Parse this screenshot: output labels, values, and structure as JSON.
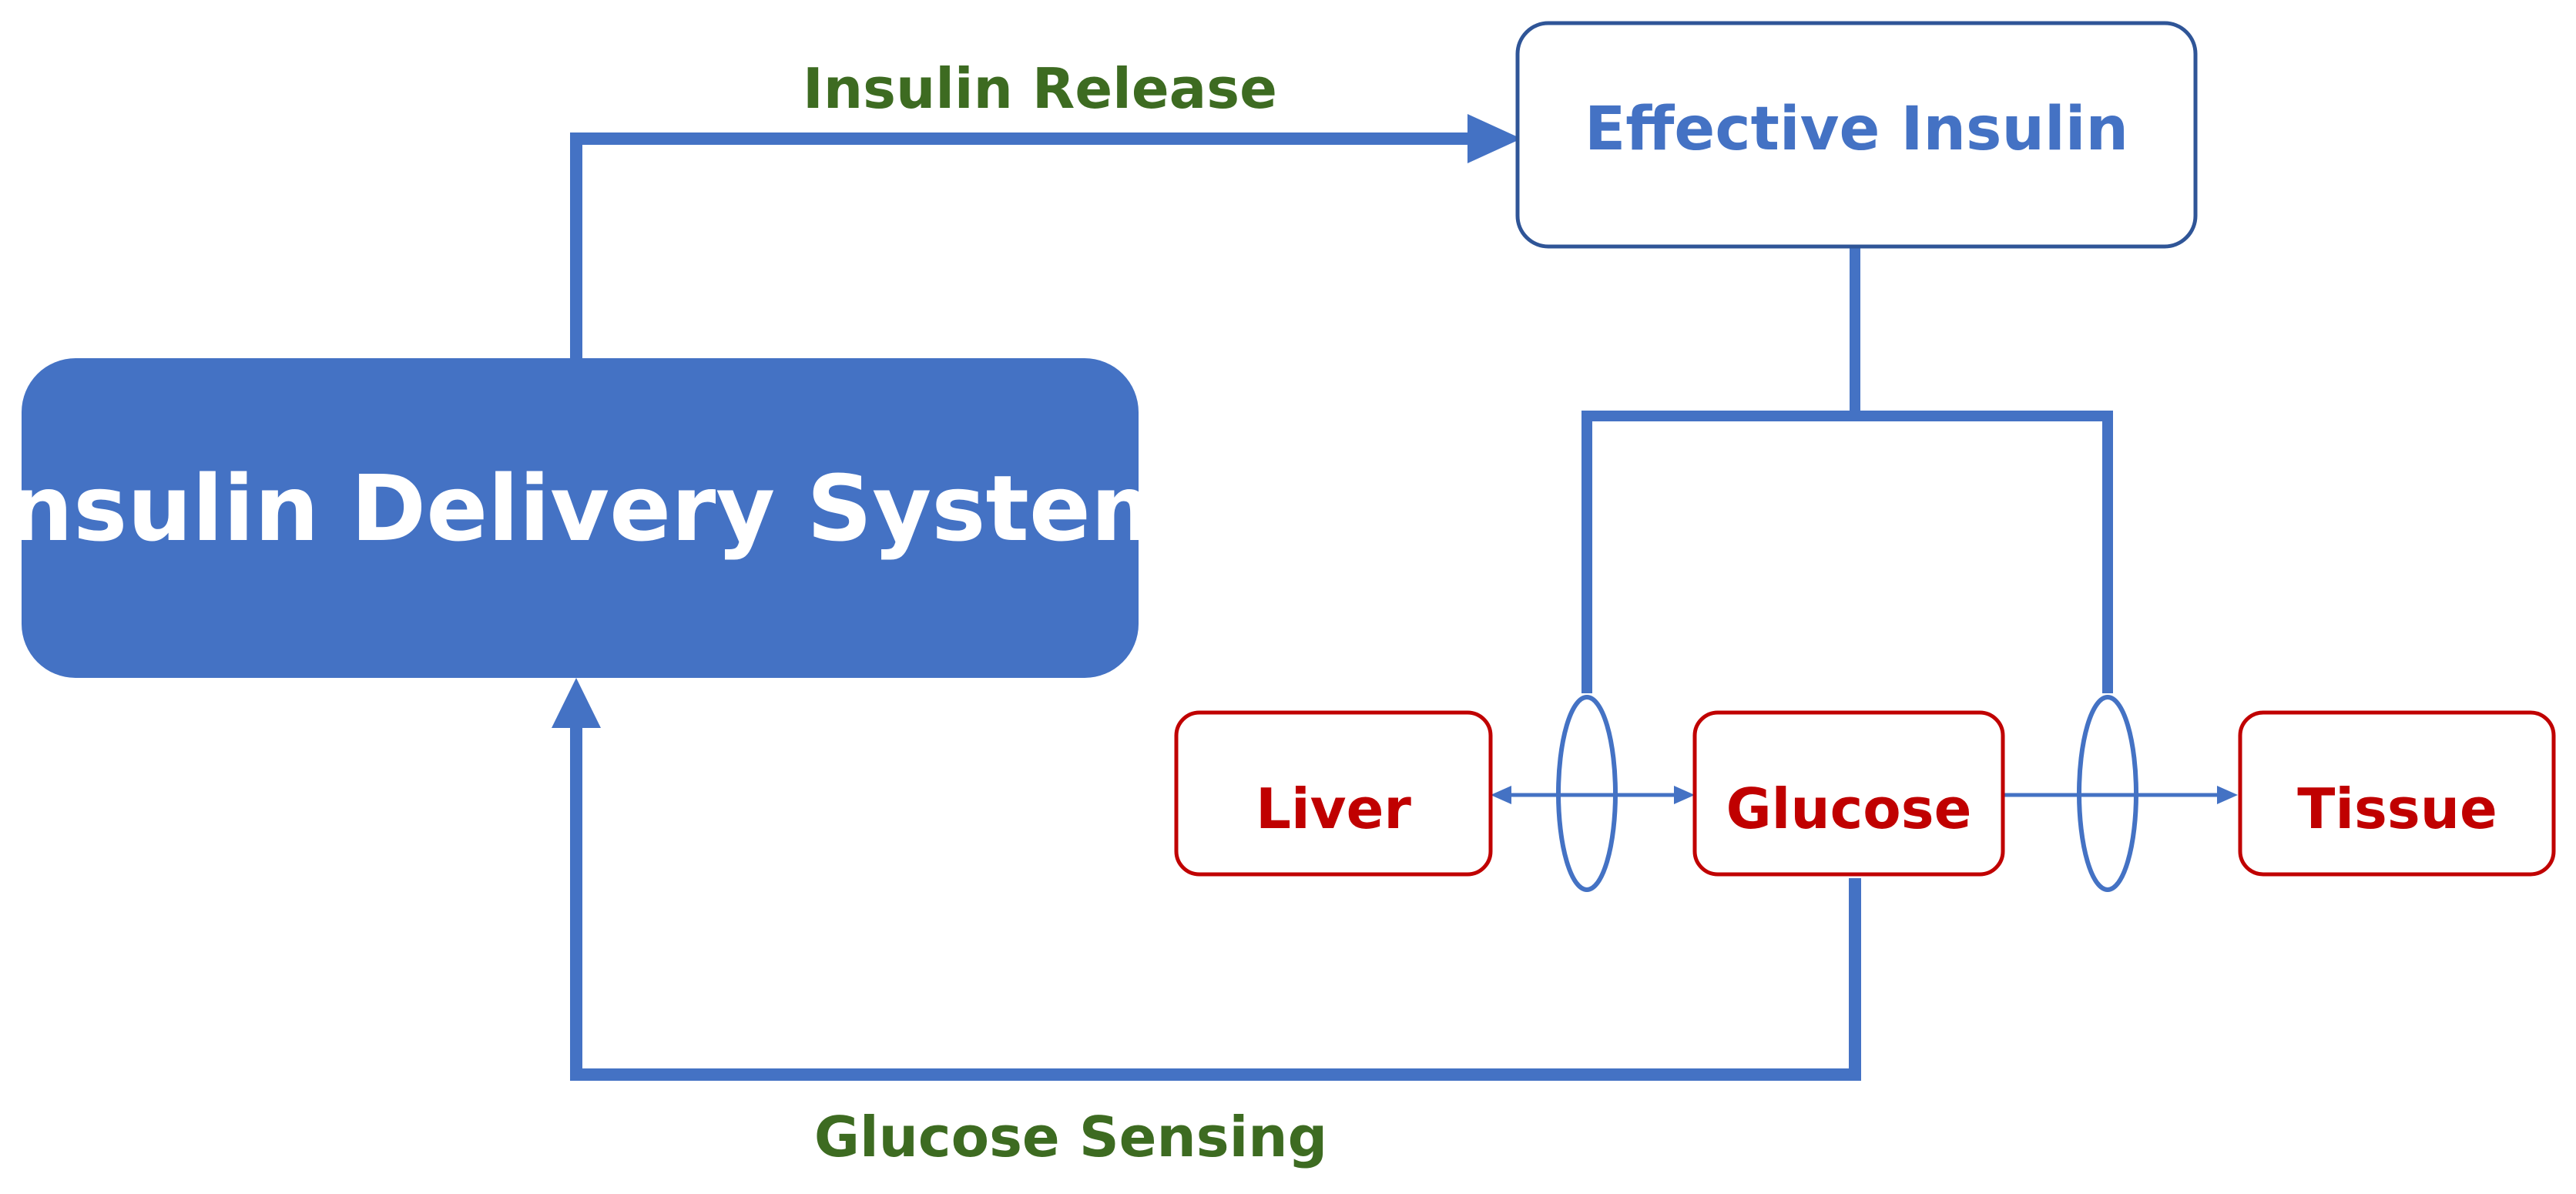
{
  "nodes": {
    "delivery_system": {
      "label": "Insulin Delivery System"
    },
    "effective_insulin": {
      "label": "Effective Insulin"
    },
    "liver": {
      "label": "Liver"
    },
    "glucose": {
      "label": "Glucose"
    },
    "tissue": {
      "label": "Tissue"
    }
  },
  "edges": {
    "insulin_release": {
      "label": "Insulin Release"
    },
    "glucose_sensing": {
      "label": "Glucose Sensing"
    }
  },
  "colors": {
    "primary_blue": "#4472C4",
    "node_red": "#C00000",
    "edge_label_green": "#3D6B21",
    "white": "#FFFFFF"
  }
}
